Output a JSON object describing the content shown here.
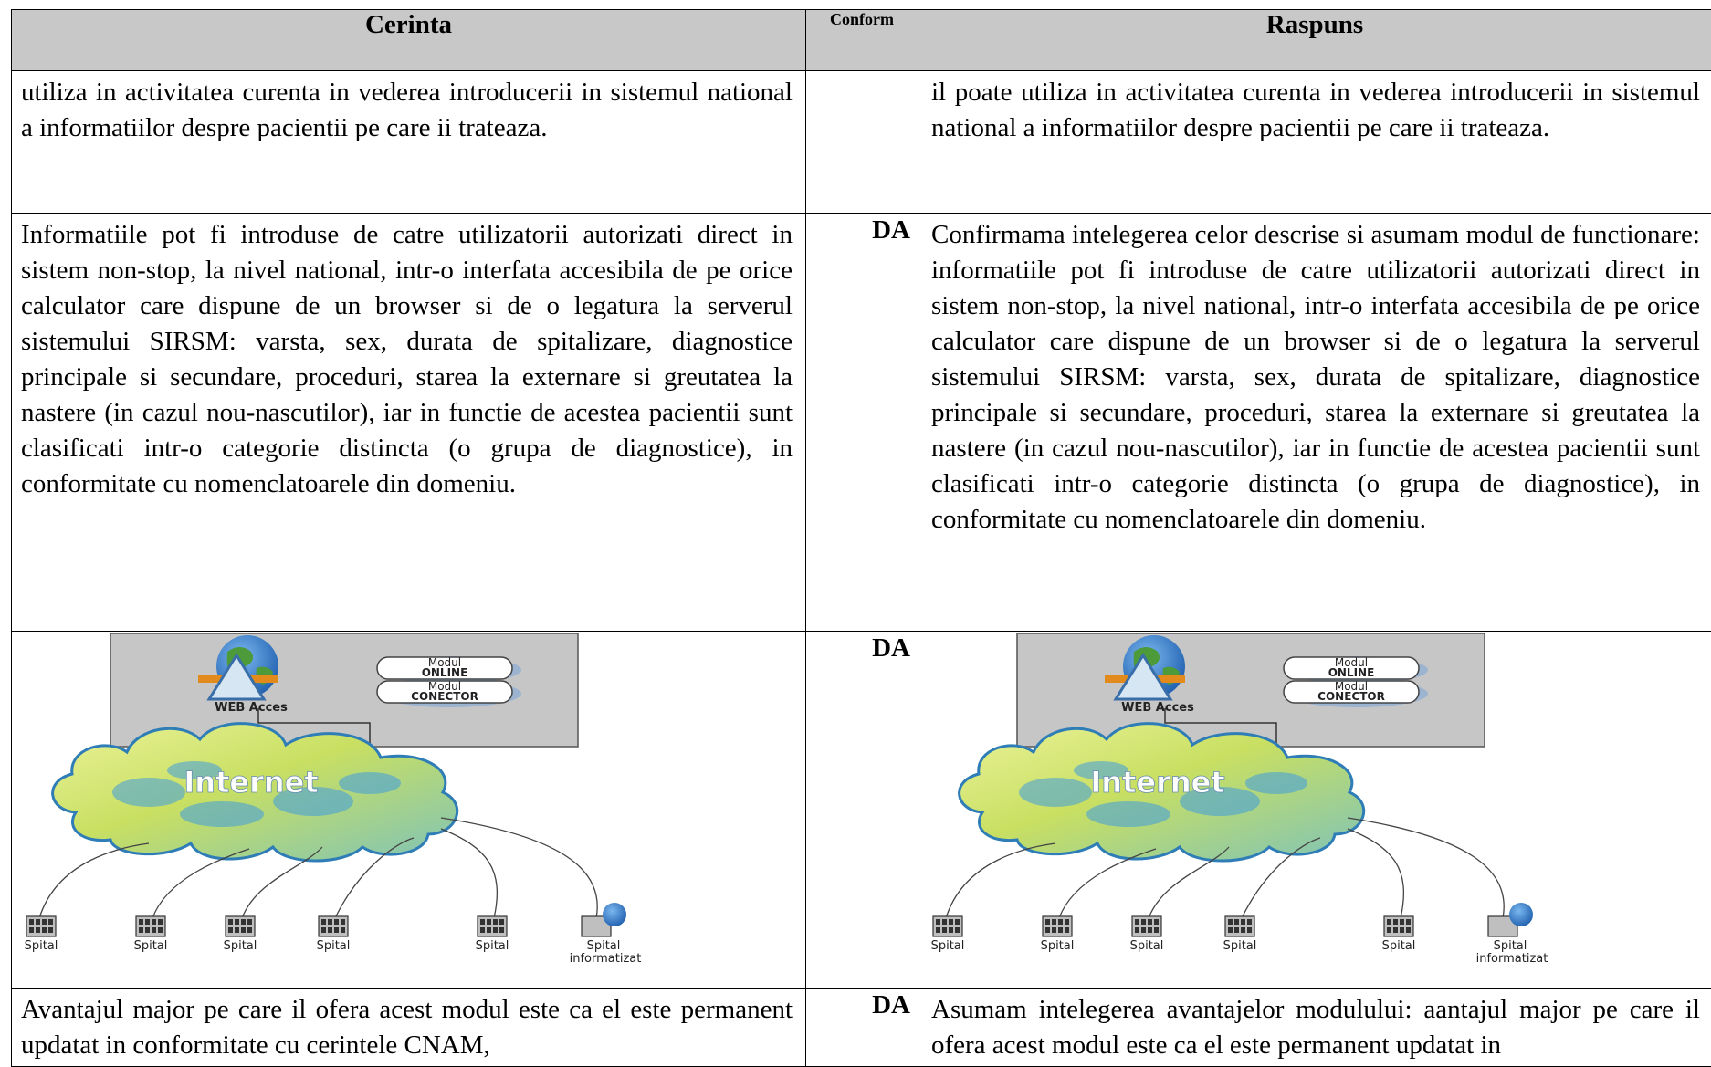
{
  "header": {
    "col1": "Cerinta",
    "col2": "Conform",
    "col3": "Raspuns"
  },
  "rows": [
    {
      "cerinta": "utiliza in activitatea curenta in vederea introducerii in sistemul national a informatiilor despre pacientii pe care ii trateaza.",
      "conform": "",
      "raspuns": "il poate utiliza in activitatea curenta in vederea introducerii in sistemul national a informatiilor despre pacientii pe care ii trateaza."
    },
    {
      "cerinta": "Informatiile pot fi introduse de catre utilizatorii autorizati direct in sistem non-stop, la nivel national, intr-o interfata accesibila de pe orice calculator care dispune de un browser si de o legatura la serverul sistemului SIRSM: varsta, sex, durata de spitalizare, diagnostice principale si secundare, proceduri, starea la externare si greutatea la nastere (in cazul nou-nascutilor), iar in functie de acestea pacientii sunt clasificati intr-o categorie distincta (o grupa de diagnostice), in conformitate cu nomenclatoarele din domeniu.",
      "conform": "DA",
      "raspuns": "Confirmama intelegerea celor descrise si asumam modul de functionare: informatiile pot fi introduse de catre utilizatorii autorizati direct in sistem non-stop, la nivel national, intr-o interfata accesibila de pe orice calculator care dispune de un browser si de o legatura la serverul sistemului SIRSM: varsta, sex, durata de spitalizare, diagnostice principale si secundare, proceduri, starea la externare si greutatea la nastere (in cazul nou-nascutilor), iar in functie de acestea pacientii sunt clasificati intr-o categorie distincta (o grupa de diagnostice), in conformitate cu nomenclatoarele din domeniu."
    },
    {
      "cerinta": "",
      "conform": "DA",
      "raspuns": ""
    },
    {
      "cerinta": "Avantajul major pe care il ofera acest modul este ca el este permanent updatat in conformitate cu cerintele CNAM,",
      "conform": "DA",
      "raspuns": "Asumam intelegerea avantajelor modulului: aantajul major pe care il ofera acest modul este ca el este permanent updatat in"
    }
  ],
  "diagram": {
    "web_label": "WEB Acces",
    "module_online_1": "Modul",
    "module_online_2": "ONLINE",
    "module_conector_1": "Modul",
    "module_conector_2": "CONECTOR",
    "cloud_label": "Internet",
    "node_label": "Spital",
    "informatized_1": "Spital",
    "informatized_2": "informatizat"
  }
}
